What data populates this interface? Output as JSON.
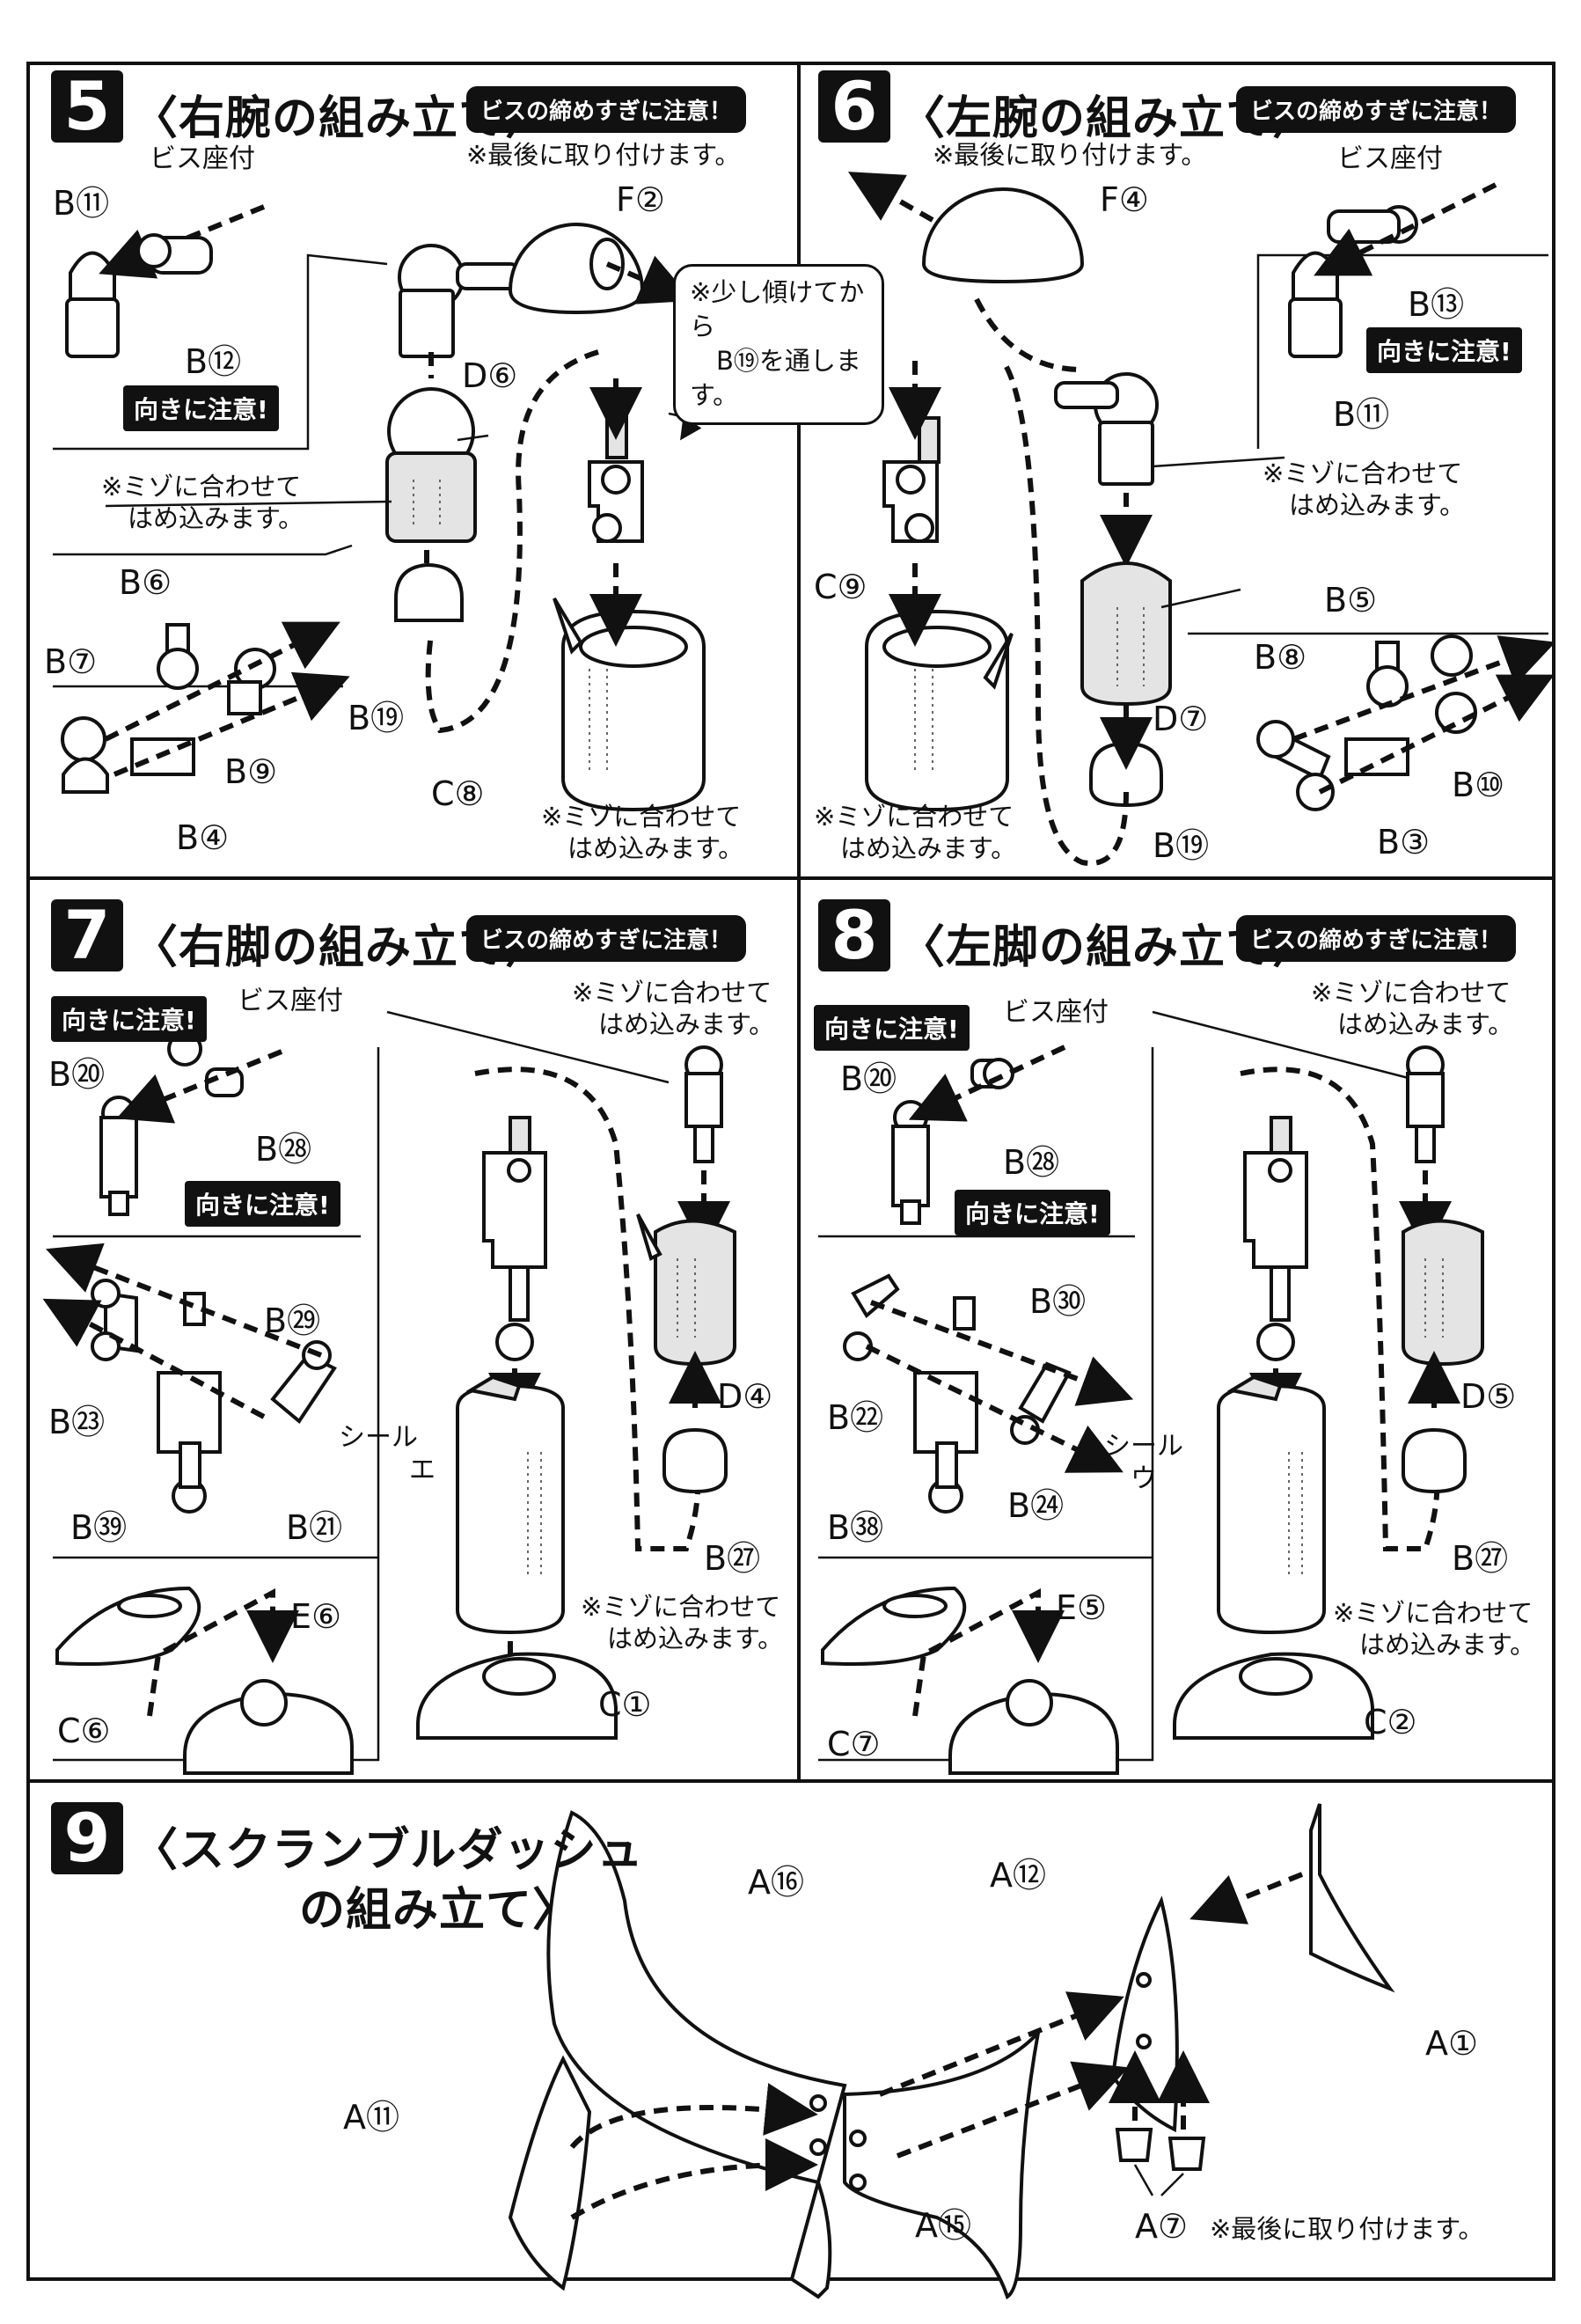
{
  "steps": {
    "s5": {
      "number": "5",
      "title": "〈右腕の組み立て〉",
      "warning": "ビスの締めすぎに注意！",
      "note_last": "※最後に取り付けます。",
      "screw": "ビス座付",
      "caution": "向きに注意!",
      "groove_note_a": "※ミゾに合わせて",
      "groove_note_b": "はめ込みます。",
      "groove_note2_a": "※ミゾに合わせて",
      "groove_note2_b": "はめ込みます。",
      "bubble_a": "※少し傾けてから",
      "bubble_b": "B⑲を通します。",
      "labels": {
        "b11": "B⑪",
        "b12": "B⑫",
        "f2": "F②",
        "d6": "D⑥",
        "b6": "B⑥",
        "b7": "B⑦",
        "b9": "B⑨",
        "b4": "B④",
        "b19": "B⑲",
        "c8": "C⑧"
      }
    },
    "s6": {
      "number": "6",
      "title": "〈左腕の組み立て〉",
      "warning": "ビスの締めすぎに注意！",
      "note_last": "※最後に取り付けます。",
      "screw": "ビス座付",
      "caution": "向きに注意!",
      "groove_note_a": "※ミゾに合わせて",
      "groove_note_b": "はめ込みます。",
      "groove_note2_a": "※ミゾに合わせて",
      "groove_note2_b": "はめ込みます。",
      "labels": {
        "f4": "F④",
        "b13": "B⑬",
        "b11": "B⑪",
        "b5": "B⑤",
        "b8": "B⑧",
        "c9": "C⑨",
        "d7": "D⑦",
        "b10": "B⑩",
        "b3": "B③",
        "b19": "B⑲"
      }
    },
    "s7": {
      "number": "7",
      "title": "〈右脚の組み立て〉",
      "warning": "ビスの締めすぎに注意！",
      "screw": "ビス座付",
      "caution": "向きに注意!",
      "caution2": "向きに注意!",
      "groove_note_a": "※ミゾに合わせて",
      "groove_note_b": "はめ込みます。",
      "groove_note2_a": "※ミゾに合わせて",
      "groove_note2_b": "はめ込みます。",
      "seal": "シール",
      "seal_letter": "エ",
      "labels": {
        "b20": "B⑳",
        "b28": "B㉘",
        "b29": "B㉙",
        "b23": "B㉓",
        "b39": "B㊴",
        "b21": "B㉑",
        "d4": "D④",
        "b27": "B㉗",
        "c6": "C⑥",
        "e6": "E⑥",
        "c1": "C①"
      }
    },
    "s8": {
      "number": "8",
      "title": "〈左脚の組み立て〉",
      "warning": "ビスの締めすぎに注意！",
      "screw": "ビス座付",
      "caution": "向きに注意!",
      "caution2": "向きに注意!",
      "groove_note_a": "※ミゾに合わせて",
      "groove_note_b": "はめ込みます。",
      "groove_note2_a": "※ミゾに合わせて",
      "groove_note2_b": "はめ込みます。",
      "seal": "シール",
      "seal_letter": "ウ",
      "labels": {
        "b20": "B⑳",
        "b28": "B㉘",
        "b30": "B㉚",
        "b22": "B㉒",
        "b38": "B㊳",
        "b24": "B㉔",
        "d5": "D⑤",
        "b27": "B㉗",
        "c7": "C⑦",
        "e5": "E⑤",
        "c2": "C②"
      }
    },
    "s9": {
      "number": "9",
      "title_line1": "〈スクランブルダッシュ",
      "title_line2": "の組み立て〉",
      "note_last": "※最後に取り付けます。",
      "labels": {
        "a16": "A⑯",
        "a12": "A⑫",
        "a1": "A①",
        "a11": "A⑪",
        "a15": "A⑮",
        "a7": "A⑦"
      }
    }
  }
}
